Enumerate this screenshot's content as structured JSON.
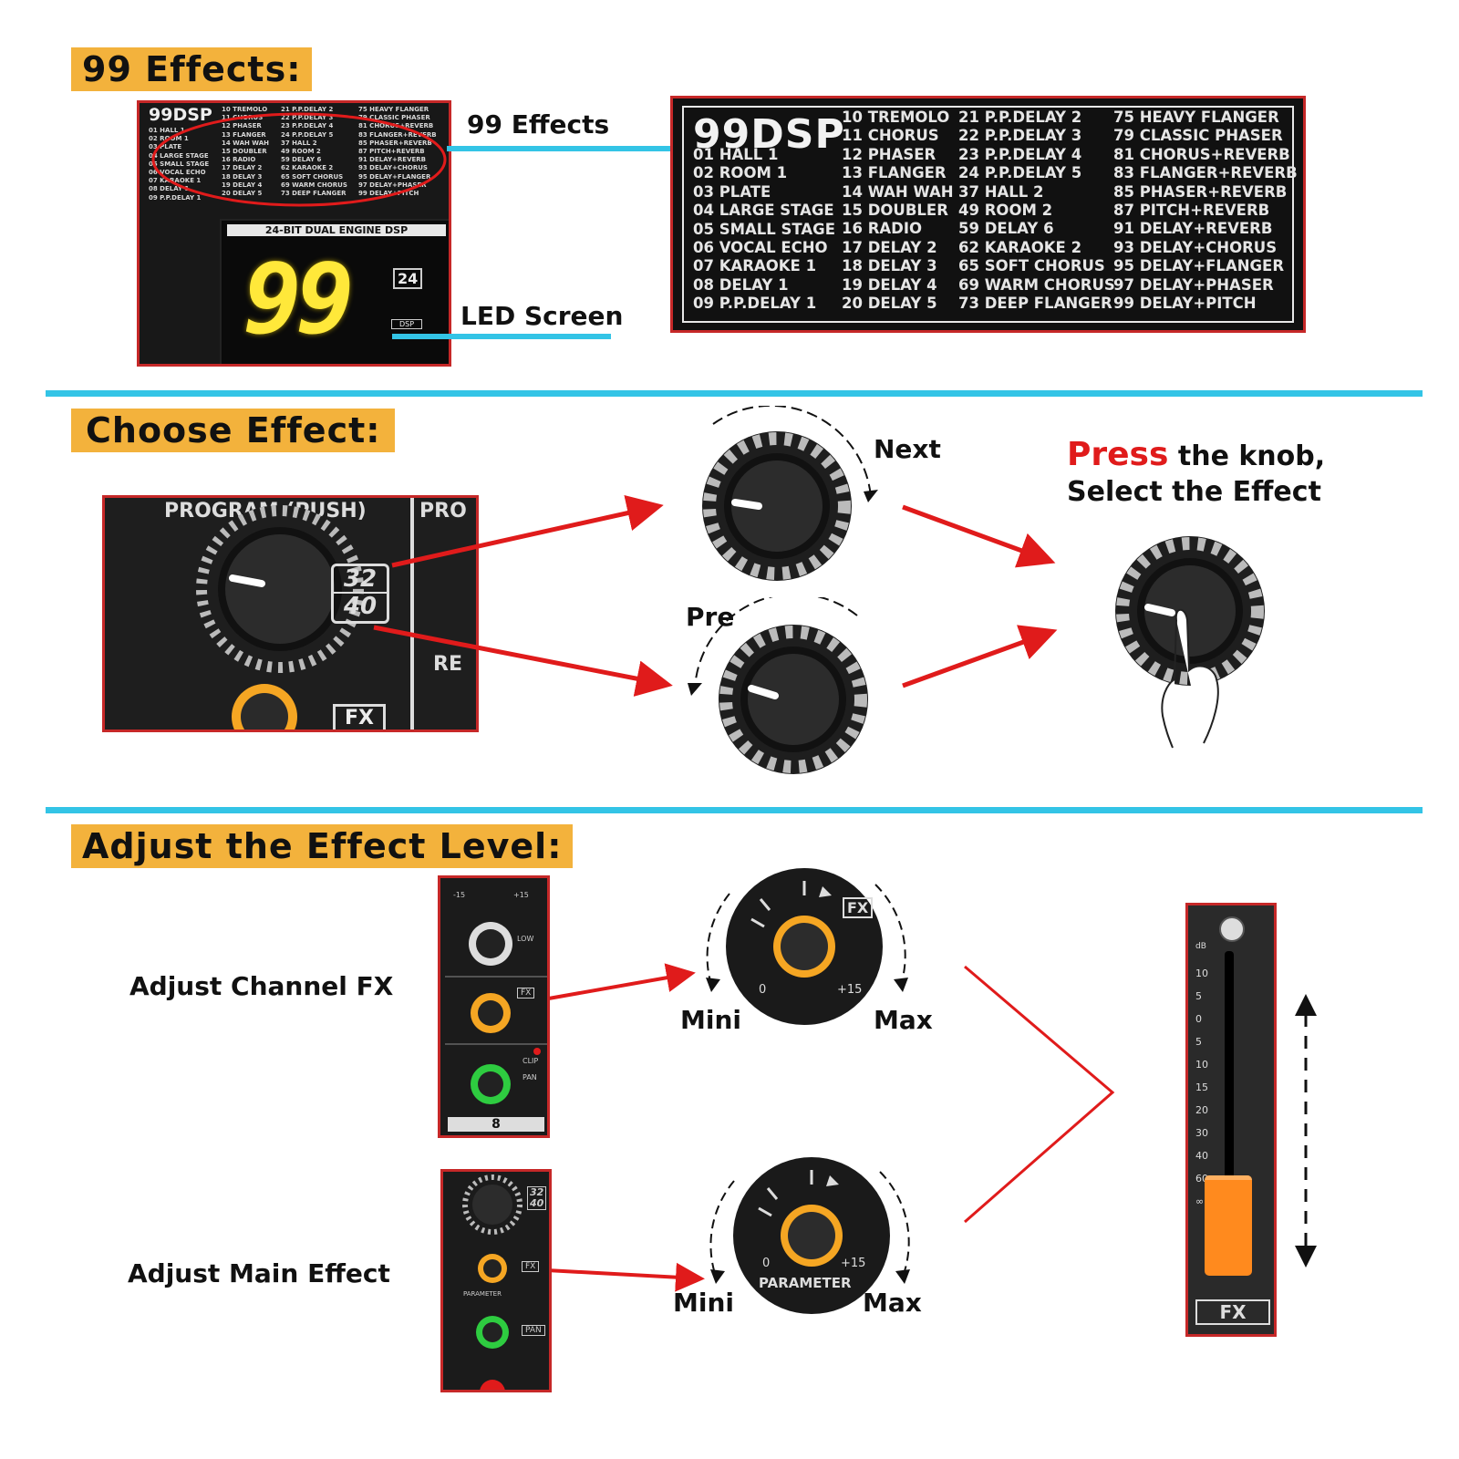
{
  "sections": {
    "effects_title": "99 Effects:",
    "choose_title": "Choose Effect:",
    "adjust_title": "Adjust the Effect Level:"
  },
  "callouts": {
    "effects_label": "99 Effects",
    "led_label": "LED Screen",
    "next": "Next",
    "pre": "Pre",
    "press_word": "Press",
    "press_rest": " the knob,",
    "select_line": "Select the Effect",
    "adjust_channel": "Adjust Channel FX",
    "adjust_main": "Adjust Main Effect",
    "mini_1": "Mini",
    "max_1": "Max",
    "mini_2": "Mini",
    "max_2": "Max"
  },
  "device": {
    "brand": "99DSP",
    "engine_label": "24-BIT DUAL ENGINE DSP",
    "led_value": "99",
    "bit_label": "24",
    "dsp_label": "DSP",
    "program_label": "PROGRAM (PUSH)",
    "pro_label": "PRO",
    "re_label": "RE",
    "badge_top": "32",
    "badge_bottom": "40",
    "fx_label": "FX",
    "pan_label": "PAN",
    "parameter_label": "PARAMETER",
    "zero_label": "0",
    "plus15_label": "+15",
    "minus15_label": "-15",
    "low_label": "LOW",
    "clip_label": "CLIP",
    "channel_number": "8",
    "db_label": "dB",
    "fader_ticks": [
      "10",
      "5",
      "0",
      "5",
      "10",
      "15",
      "20",
      "30",
      "40",
      "60",
      "∞"
    ],
    "fader_fx": "FX"
  },
  "effects": {
    "col1": [
      "01 HALL 1",
      "02 ROOM 1",
      "03 PLATE",
      "04 LARGE STAGE",
      "05 SMALL STAGE",
      "06 VOCAL ECHO",
      "07 KARAOKE 1",
      "08 DELAY 1",
      "09 P.P.DELAY 1"
    ],
    "col2": [
      "10 TREMOLO",
      "11 CHORUS",
      "12 PHASER",
      "13 FLANGER",
      "14 WAH WAH",
      "15 DOUBLER",
      "16 RADIO",
      "17 DELAY 2",
      "18 DELAY 3",
      "19 DELAY 4",
      "20 DELAY 5"
    ],
    "col3": [
      "21 P.P.DELAY 2",
      "22 P.P.DELAY 3",
      "23 P.P.DELAY 4",
      "24 P.P.DELAY 5",
      "37 HALL 2",
      "49 ROOM 2",
      "59 DELAY 6",
      "62 KARAOKE 2",
      "65 SOFT CHORUS",
      "69 WARM CHORUS",
      "73 DEEP FLANGER"
    ],
    "col4": [
      "75 HEAVY FLANGER",
      "79 CLASSIC PHASER",
      "81 CHORUS+REVERB",
      "83 FLANGER+REVERB",
      "85 PHASER+REVERB",
      "87 PITCH+REVERB",
      "91 DELAY+REVERB",
      "93 DELAY+CHORUS",
      "95 DELAY+FLANGER",
      "97 DELAY+PHASER",
      "99 DELAY+PITCH"
    ]
  },
  "colors": {
    "accent_cyan": "#33c4e6",
    "tag_orange": "#f3b23c",
    "frame_red": "#c62828",
    "arrow_red": "#e01b1b",
    "led_yellow": "#ffe83a",
    "knob_orange": "#f5a623",
    "knob_green": "#2ecc40",
    "fader_cap": "#ff8a1e"
  }
}
